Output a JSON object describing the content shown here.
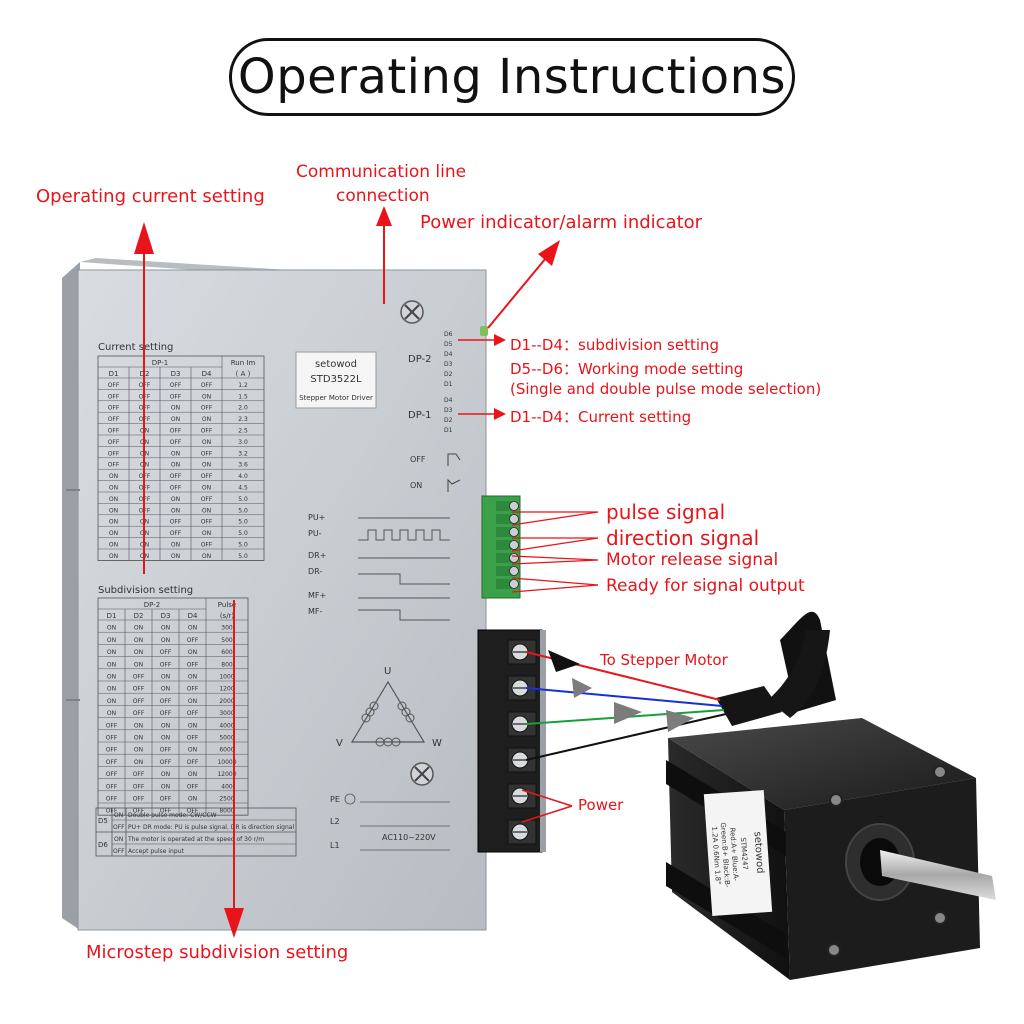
{
  "title": "Operating Instructions",
  "annotations": {
    "operating_current": "Operating current setting",
    "comm_line_1": "Communication line",
    "comm_line_2": "connection",
    "power_indicator": "Power indicator/alarm indicator",
    "d1d4_sub": "D1--D4：subdivision setting",
    "d5d6_mode": "D5--D6：Working mode setting",
    "pulse_mode_sel": "(Single and double pulse mode selection)",
    "d1d4_current": "D1--D4：Current setting",
    "pulse_signal": "pulse signal",
    "direction_signal": "direction signal",
    "motor_release": "Motor release signal",
    "ready_signal": "Ready for signal output",
    "to_motor": "To Stepper Motor",
    "power": "Power",
    "microstep": "Microstep subdivision setting"
  },
  "driver": {
    "brand": "setowod",
    "model": "STD3522L",
    "subtitle": "Stepper Motor Driver",
    "current_title": "Current setting",
    "current_group": "DP-1",
    "current_cols": [
      "D1",
      "D2",
      "D3",
      "D4"
    ],
    "current_runim": "Run Im",
    "current_unit": "( A )",
    "current_rows": [
      [
        "OFF",
        "OFF",
        "OFF",
        "OFF",
        "1.2"
      ],
      [
        "OFF",
        "OFF",
        "OFF",
        "ON",
        "1.5"
      ],
      [
        "OFF",
        "OFF",
        "ON",
        "OFF",
        "2.0"
      ],
      [
        "OFF",
        "OFF",
        "ON",
        "ON",
        "2.3"
      ],
      [
        "OFF",
        "ON",
        "OFF",
        "OFF",
        "2.5"
      ],
      [
        "OFF",
        "ON",
        "OFF",
        "ON",
        "3.0"
      ],
      [
        "OFF",
        "ON",
        "ON",
        "OFF",
        "3.2"
      ],
      [
        "OFF",
        "ON",
        "ON",
        "ON",
        "3.6"
      ],
      [
        "ON",
        "OFF",
        "OFF",
        "OFF",
        "4.0"
      ],
      [
        "ON",
        "OFF",
        "OFF",
        "ON",
        "4.5"
      ],
      [
        "ON",
        "OFF",
        "ON",
        "OFF",
        "5.0"
      ],
      [
        "ON",
        "OFF",
        "ON",
        "ON",
        "5.0"
      ],
      [
        "ON",
        "ON",
        "OFF",
        "OFF",
        "5.0"
      ],
      [
        "ON",
        "ON",
        "OFF",
        "ON",
        "5.0"
      ],
      [
        "ON",
        "ON",
        "ON",
        "OFF",
        "5.0"
      ],
      [
        "ON",
        "ON",
        "ON",
        "ON",
        "5.0"
      ]
    ],
    "sub_title": "Subdivision setting",
    "sub_group": "DP-2",
    "sub_cols": [
      "D1",
      "D2",
      "D3",
      "D4"
    ],
    "sub_pulse": "Pulse",
    "sub_unit": "(s/r)",
    "sub_rows": [
      [
        "ON",
        "ON",
        "ON",
        "ON",
        "300"
      ],
      [
        "ON",
        "ON",
        "ON",
        "OFF",
        "500"
      ],
      [
        "ON",
        "ON",
        "OFF",
        "ON",
        "600"
      ],
      [
        "ON",
        "ON",
        "OFF",
        "OFF",
        "800"
      ],
      [
        "ON",
        "OFF",
        "ON",
        "ON",
        "1000"
      ],
      [
        "ON",
        "OFF",
        "ON",
        "OFF",
        "1200"
      ],
      [
        "ON",
        "OFF",
        "OFF",
        "ON",
        "2000"
      ],
      [
        "ON",
        "OFF",
        "OFF",
        "OFF",
        "3000"
      ],
      [
        "OFF",
        "ON",
        "ON",
        "ON",
        "4000"
      ],
      [
        "OFF",
        "ON",
        "ON",
        "OFF",
        "5000"
      ],
      [
        "OFF",
        "ON",
        "OFF",
        "ON",
        "6000"
      ],
      [
        "OFF",
        "ON",
        "OFF",
        "OFF",
        "10000"
      ],
      [
        "OFF",
        "OFF",
        "ON",
        "ON",
        "12000"
      ],
      [
        "OFF",
        "OFF",
        "ON",
        "OFF",
        "400"
      ],
      [
        "OFF",
        "OFF",
        "OFF",
        "ON",
        "2500"
      ],
      [
        "OFF",
        "OFF",
        "OFF",
        "OFF",
        "8000"
      ]
    ],
    "d5_label": "D5",
    "d5_on": "ON",
    "d5_on_text": "Double pulse mode:  CW/CCW",
    "d5_off": "OFF",
    "d5_off_text": "PU+ DR mode: PU is pulse signal, DR is direction signal",
    "d6_label": "D6",
    "d6_on": "ON",
    "d6_on_text": "The motor is operated at the speed of 30 r/m",
    "d6_off": "OFF",
    "d6_off_text": "Accept pulse input",
    "dp2": "DP-2",
    "dp1": "DP-1",
    "dip_labels": [
      "D6",
      "D5",
      "D4",
      "D3",
      "D2",
      "D1",
      "D4",
      "D3",
      "D2",
      "D1"
    ],
    "off": "OFF",
    "on": "ON",
    "signal_labels": [
      "PU+",
      "PU-",
      "DR+",
      "DR-",
      "MF+",
      "MF-"
    ],
    "phase_u": "U",
    "phase_v": "V",
    "phase_w": "W",
    "pe": "PE",
    "l2": "L2",
    "l1": "L1",
    "ac": "AC110~220V"
  },
  "motor": {
    "brand": "setowod",
    "line1": "STM4247",
    "line2": "Red:A+ Blue:A-",
    "line3": "Green:B+ Black:B-",
    "line4": "1.2A 0.6Nm 1.8°"
  },
  "colors": {
    "accent_red": "#e8141a",
    "wire_blue": "#1430d8",
    "wire_green": "#16a038",
    "wire_black": "#111111",
    "terminal_green": "#3aa14a"
  }
}
